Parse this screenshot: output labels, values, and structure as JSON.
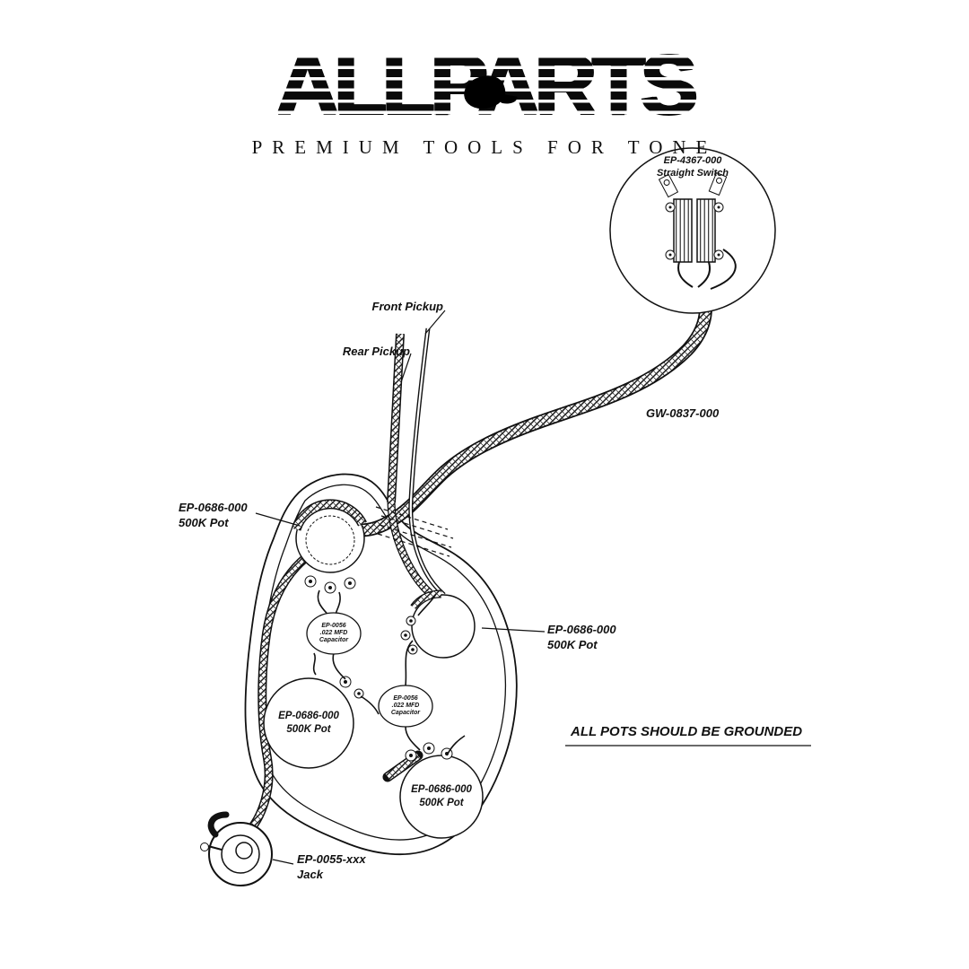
{
  "logo": {
    "title": "ALLPARTS",
    "tagline": "PREMIUM TOOLS FOR TONE"
  },
  "switch_label": {
    "part": "EP-4367-000",
    "name": "Straight Switch"
  },
  "pickups": {
    "front": "Front Pickup",
    "rear": "Rear Pickup"
  },
  "cable_label": "GW-0837-000",
  "pots": {
    "top_left": {
      "part": "EP-0686-000",
      "name": "500K Pot"
    },
    "right": {
      "part": "EP-0686-000",
      "name": "500K Pot"
    },
    "bottom_left": {
      "part": "EP-0686-000",
      "name": "500K Pot"
    },
    "bottom_right": {
      "part": "EP-0686-000",
      "name": "500K Pot"
    }
  },
  "capacitors": {
    "upper": {
      "line1": "EP-0056",
      "line2": ".022 MFD",
      "line3": "Capacitor"
    },
    "lower": {
      "line1": "EP-0056",
      "line2": ".022 MFD",
      "line3": "Capacitor"
    }
  },
  "note": "ALL POTS SHOULD BE GROUNDED",
  "jack_label": {
    "part": "EP-0055-xxx",
    "name": "Jack"
  },
  "colors": {
    "ink": "#111111",
    "background": "#ffffff"
  }
}
